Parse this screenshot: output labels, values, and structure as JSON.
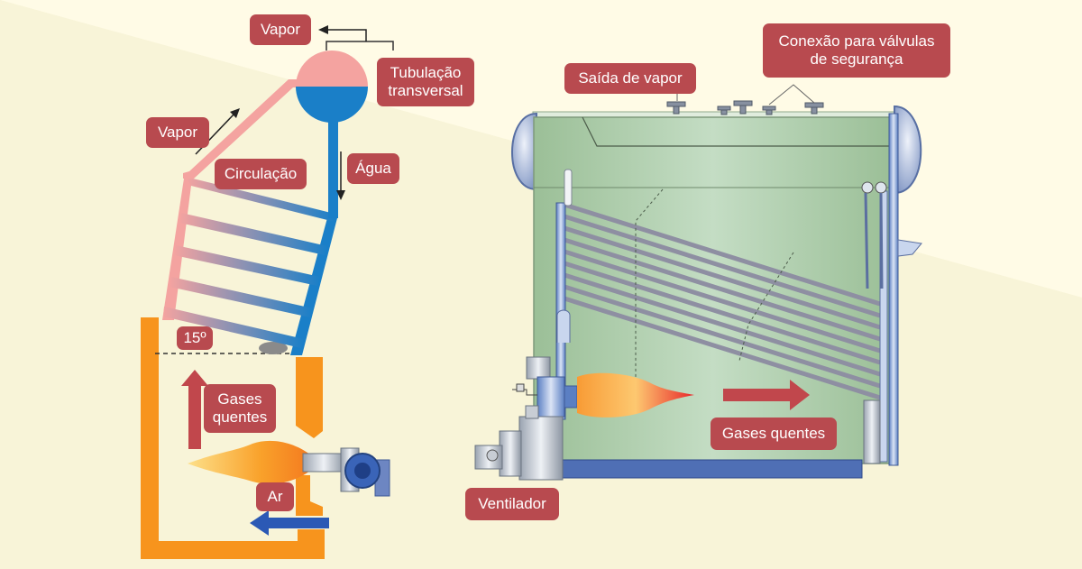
{
  "labels": {
    "vapor_top": "Vapor",
    "tubulacao": "Tubulação\ntransversal",
    "vapor_left": "Vapor",
    "circulacao": "Circulação",
    "agua": "Água",
    "angle": "15º",
    "gases_left": "Gases\nquentes",
    "ar": "Ar",
    "saida_vapor": "Saída de vapor",
    "conexao": "Conexão para válvulas\n de segurança",
    "gases_right": "Gases quentes",
    "ventilador": "Ventilador"
  },
  "colors": {
    "background_light": "#fffbe6",
    "background_dark": "#f7f2d2",
    "label_fill": "#b84a4f",
    "furnace_orange": "#f7941d",
    "water_blue": "#1a7fc8",
    "steam_pink": "#f4a3a0",
    "arrow_red": "#c1474c",
    "air_blue": "#2b59b5",
    "boiler_green": "#a9c9a4"
  }
}
